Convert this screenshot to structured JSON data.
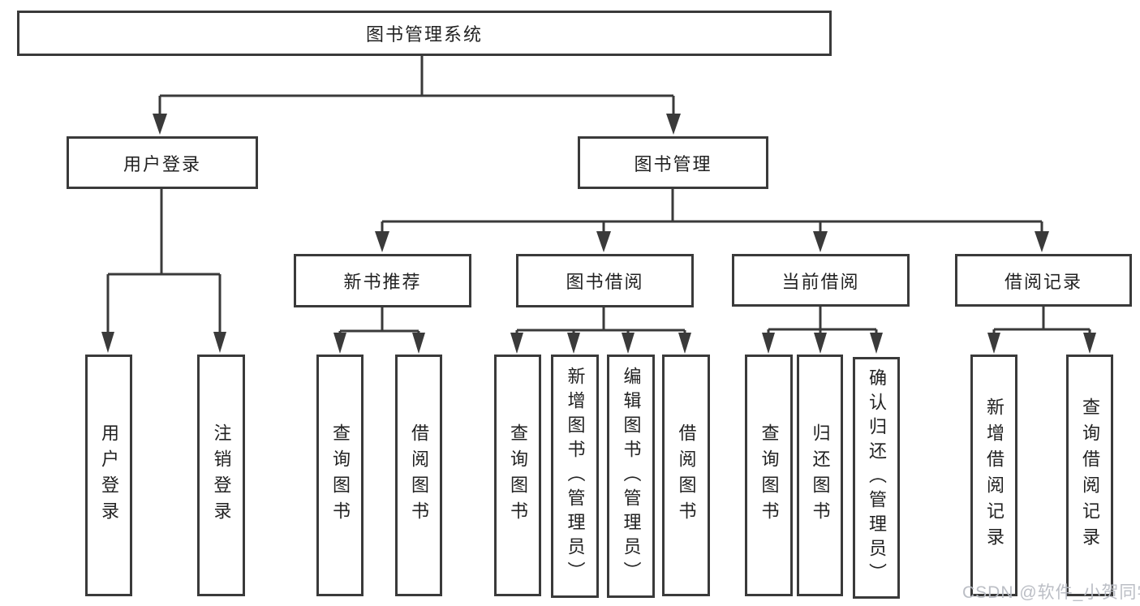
{
  "nodes": {
    "root": "图书管理系统",
    "user_login": "用户登录",
    "book_management": "图书管理",
    "new_book_rec": "新书推荐",
    "book_borrowing": "图书借阅",
    "current_borrowing": "当前借阅",
    "borrowing_records": "借阅记录",
    "leaf_user_login": "用户登录",
    "leaf_logout": "注销登录",
    "leaf_rec_query_books": "查询图书",
    "leaf_rec_borrow_books": "借阅图书",
    "leaf_bb_query_books": "查询图书",
    "leaf_bb_add_books_admin": "新增图书（管理员）",
    "leaf_bb_edit_books_admin": "编辑图书（管理员）",
    "leaf_bb_borrow_books": "借阅图书",
    "leaf_cb_query_books": "查询图书",
    "leaf_cb_return_books": "归还图书",
    "leaf_cb_confirm_return_admin": "确认归还（管理员）",
    "leaf_br_add_record": "新增借阅记录",
    "leaf_br_query_record": "查询借阅记录"
  },
  "watermark": "CSDN @软件_小贺同学",
  "colors": {
    "line": "#3a3a3a",
    "text": "#222222",
    "watermark": "#b7bbc2",
    "background": "#ffffff"
  }
}
